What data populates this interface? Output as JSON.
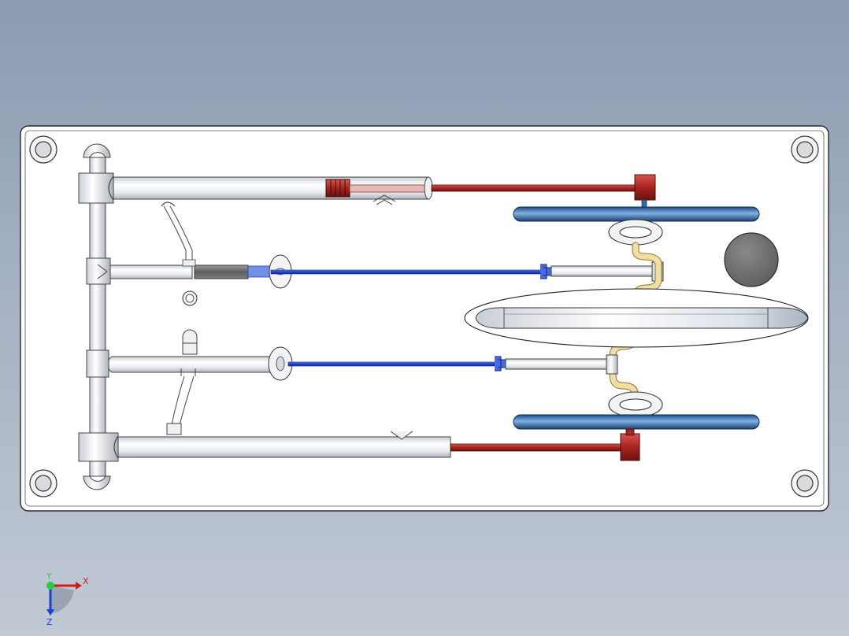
{
  "app": {
    "view": "CAD model view",
    "background_top": "#8b9bb0",
    "background_bottom": "#c1c9d4"
  },
  "colors": {
    "plate": "#ffffff",
    "pipe_white": "#eef0f2",
    "rod_red": "#a8231f",
    "rod_blue": "#2b4fc9",
    "ring_blue": "#2f6aa8",
    "tube_yellow": "#f2dea0",
    "sensor_gray": "#6f6e6c"
  },
  "triad": {
    "x_label": "X",
    "y_label": "Y",
    "z_label": "Z"
  }
}
